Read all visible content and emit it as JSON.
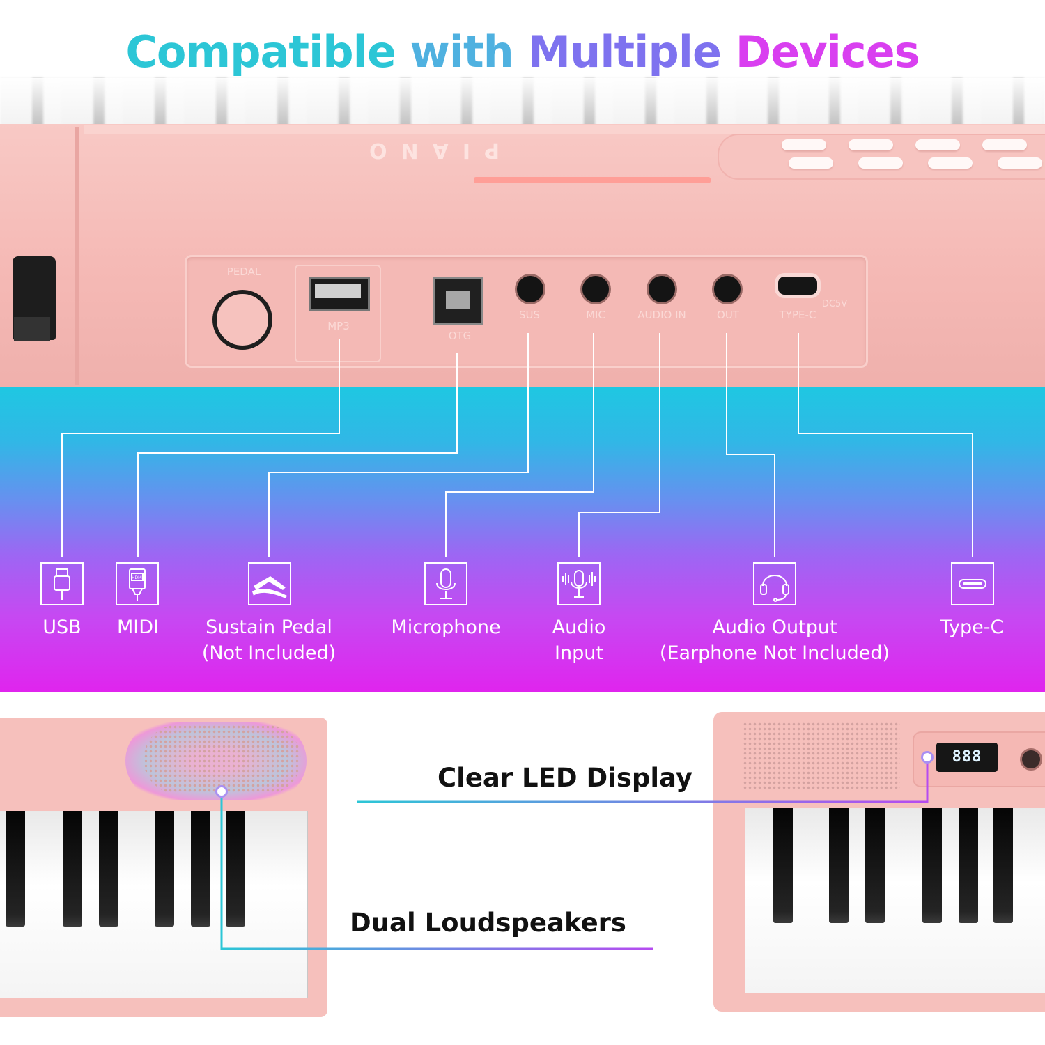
{
  "title": {
    "part1": "Compatible",
    "part2": "with",
    "part3": "Multiple",
    "part4": "Devices"
  },
  "panel": {
    "brand": "PIANO",
    "port_labels": {
      "pedal": "PEDAL",
      "mp3": "MP3",
      "otg": "OTG",
      "sus": "SUS",
      "mic": "MIC",
      "audio_in": "AUDIO IN",
      "out": "OUT",
      "type_c": "TYPE-C",
      "dc": "DC5V"
    }
  },
  "connections": [
    {
      "icon": "usb-icon",
      "line1": "USB",
      "line2": ""
    },
    {
      "icon": "hdmi-icon",
      "line1": "MIDI",
      "line2": ""
    },
    {
      "icon": "sustain-pedal-icon",
      "line1": "Sustain Pedal",
      "line2": "(Not Included)"
    },
    {
      "icon": "microphone-icon",
      "line1": "Microphone",
      "line2": ""
    },
    {
      "icon": "audio-input-icon",
      "line1": "Audio",
      "line2": "Input"
    },
    {
      "icon": "headset-icon",
      "line1": "Audio Output",
      "line2": "(Earphone Not Included)"
    },
    {
      "icon": "type-c-icon",
      "line1": "Type-C",
      "line2": ""
    }
  ],
  "callouts": {
    "led": "Clear LED Display",
    "speakers": "Dual Loudspeakers"
  },
  "led_readout": "888",
  "colors": {
    "cyan": "#2cc6d6",
    "violet": "#7e72ef",
    "magenta": "#d93ff0",
    "piano_pink": "#f6c0bc"
  }
}
